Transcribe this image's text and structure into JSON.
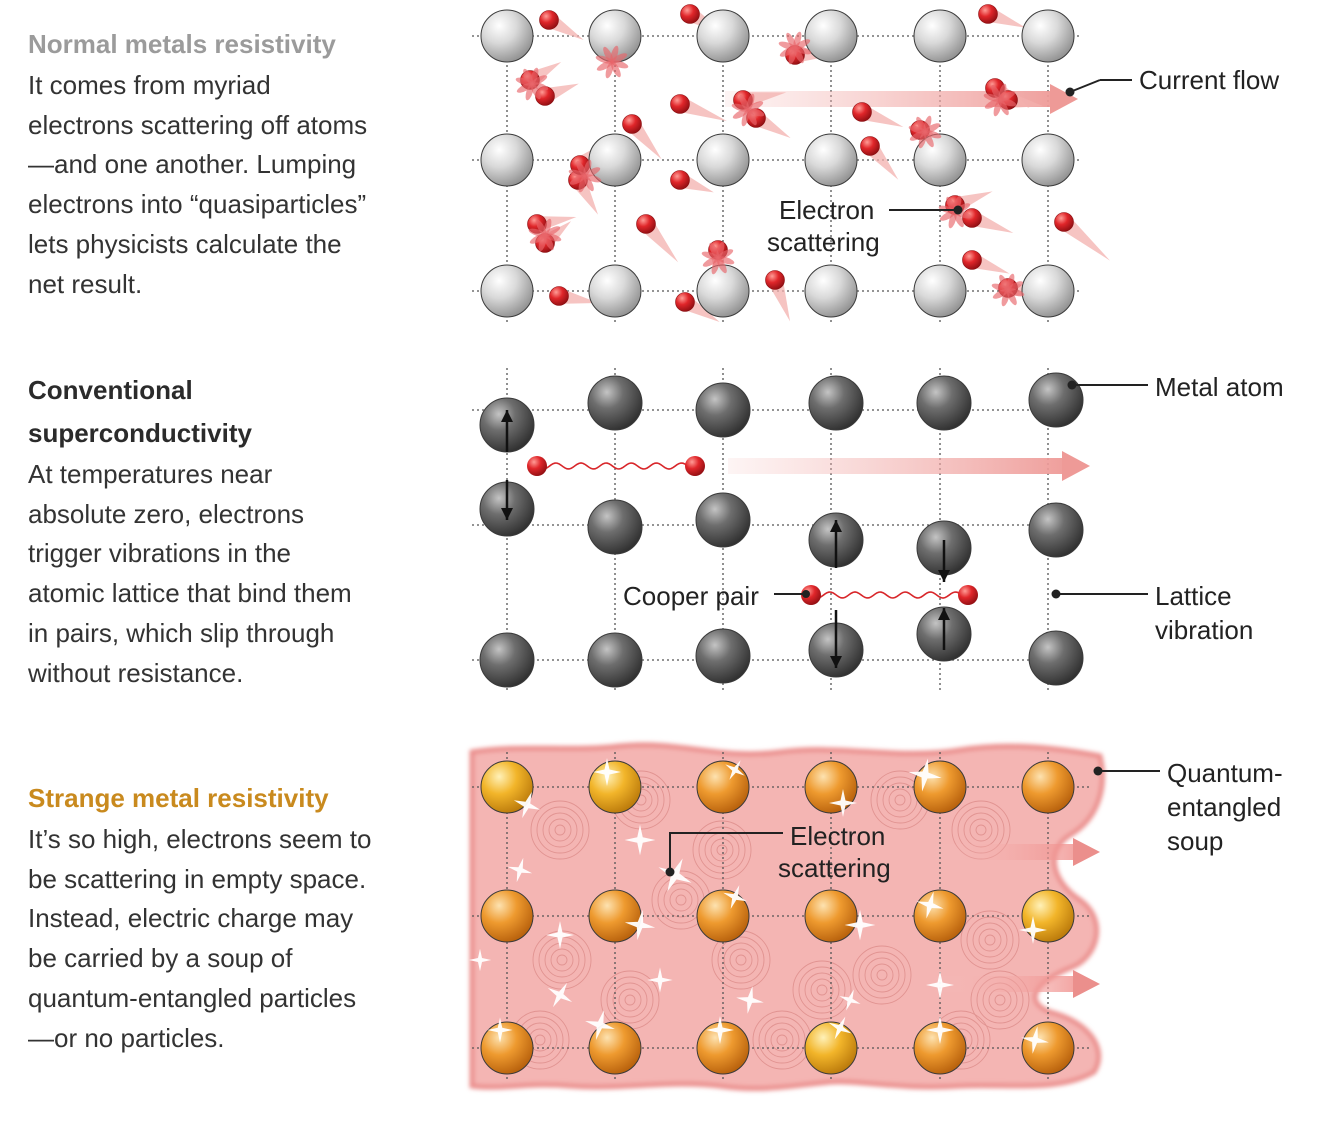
{
  "panels": [
    {
      "title": "Normal metals resistivity",
      "title_color": "#9b9b9b",
      "lines": [
        "It comes from myriad",
        "electrons scattering off atoms",
        "—and one another. Lumping",
        "electrons into “quasiparticles”",
        "lets physicists calculate the",
        "net result."
      ]
    },
    {
      "title_lines": [
        "Conventional",
        "superconductivity"
      ],
      "title_color": "#2b2b2b",
      "lines": [
        "At temperatures near",
        "absolute zero, electrons",
        "trigger vibrations in the",
        "atomic lattice that bind them",
        "in pairs, which slip through",
        "without resistance."
      ]
    },
    {
      "title": "Strange metal resistivity",
      "title_color": "#c98a1e",
      "lines": [
        "It’s so high, electrons seem to",
        "be scattering in empty space.",
        "Instead, electric charge may",
        "be carried by a soup of",
        "quantum-entangled particles",
        "—or no particles."
      ]
    }
  ],
  "labels": {
    "current_flow": "Current flow",
    "electron_scattering_1": [
      "Electron",
      "scattering"
    ],
    "metal_atom": "Metal atom",
    "cooper_pair": "Cooper pair",
    "lattice_vibration": [
      "Lattice",
      "vibration"
    ],
    "electron_scattering_2": [
      "Electron",
      "scattering"
    ],
    "soup": [
      "Quantum-",
      "entangled",
      "soup"
    ]
  },
  "colors": {
    "light_atom": "#d2d2d2",
    "dark_atom": "#6a6a6a",
    "orange_atom": "#e8952c",
    "electron": "#d8262a",
    "flow_arrow": "#f0a8a6",
    "soup": "#f3b6b4"
  }
}
